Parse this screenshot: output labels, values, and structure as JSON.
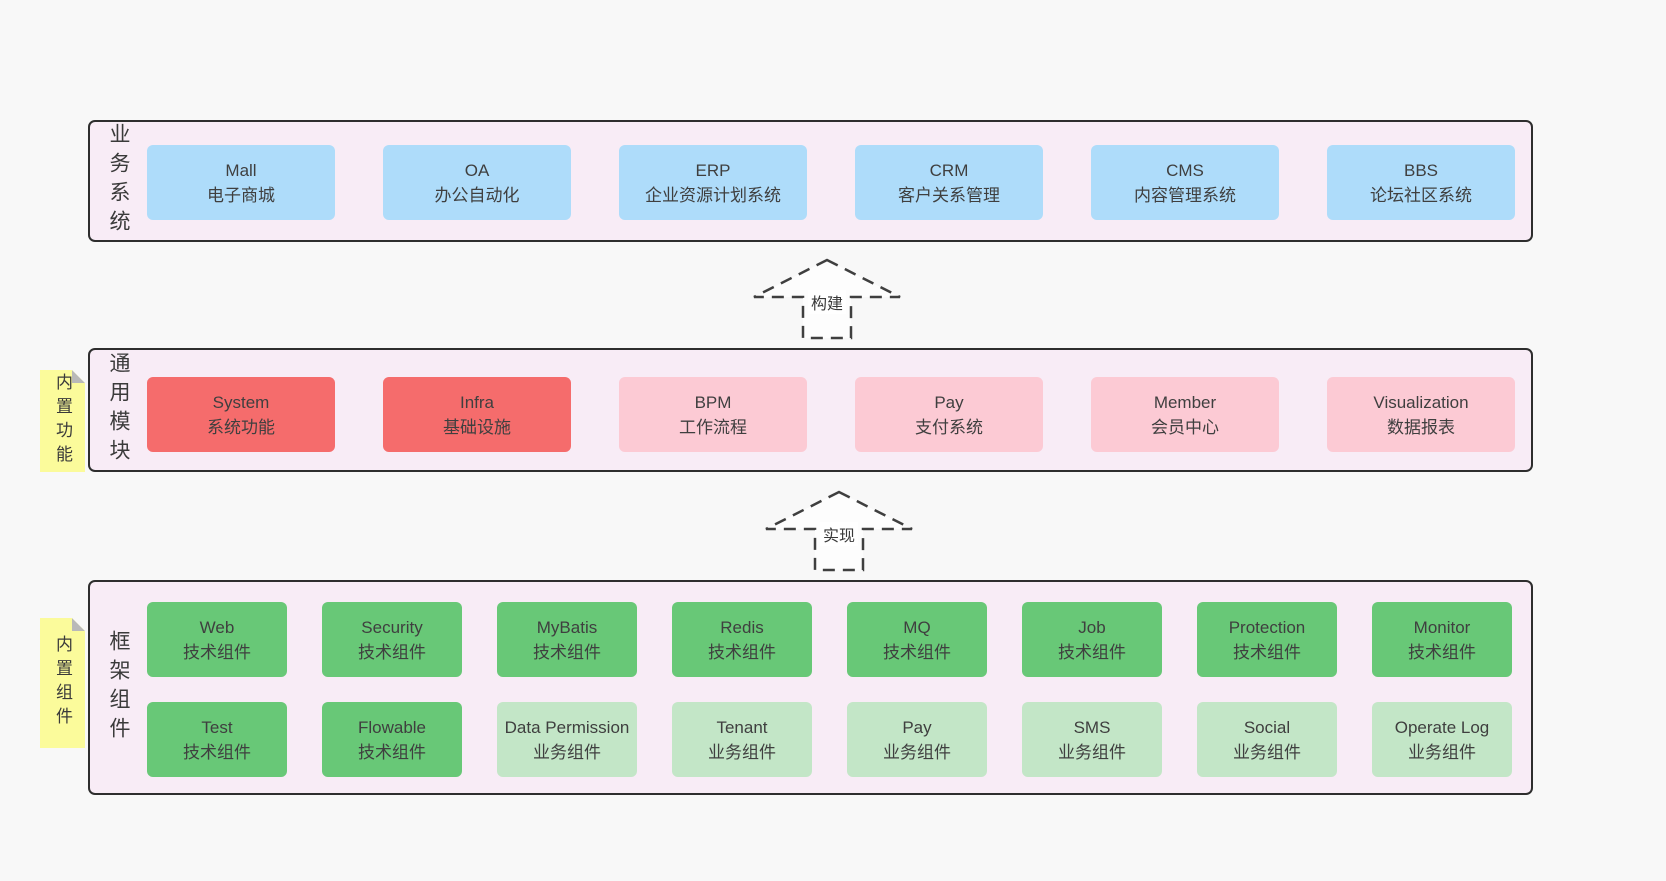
{
  "colors": {
    "page_bg": "#f8f8f8",
    "band_bg": "#f8ecf6",
    "band_border": "#2e2e2e",
    "blue_box": "#aedcfa",
    "red_box": "#f56c6c",
    "pink_box": "#fccad4",
    "green_box": "#68c877",
    "light_green_box": "#c3e6c7",
    "note_bg": "#fbfb9b",
    "note_fold": "#b9b9b9",
    "text": "#3f3f3f"
  },
  "bands": [
    {
      "label": "业务系统",
      "boxes": [
        {
          "en": "Mall",
          "zh": "电子商城"
        },
        {
          "en": "OA",
          "zh": "办公自动化"
        },
        {
          "en": "ERP",
          "zh": "企业资源计划系统"
        },
        {
          "en": "CRM",
          "zh": "客户关系管理"
        },
        {
          "en": "CMS",
          "zh": "内容管理系统"
        },
        {
          "en": "BBS",
          "zh": "论坛社区系统"
        }
      ]
    },
    {
      "label": "通用模块",
      "note": "内置功能",
      "boxes": [
        {
          "en": "System",
          "zh": "系统功能"
        },
        {
          "en": "Infra",
          "zh": "基础设施"
        },
        {
          "en": "BPM",
          "zh": "工作流程"
        },
        {
          "en": "Pay",
          "zh": "支付系统"
        },
        {
          "en": "Member",
          "zh": "会员中心"
        },
        {
          "en": "Visualization",
          "zh": "数据报表"
        }
      ]
    },
    {
      "label": "框架组件",
      "note": "内置组件",
      "rows": [
        [
          {
            "en": "Web",
            "zh": "技术组件"
          },
          {
            "en": "Security",
            "zh": "技术组件"
          },
          {
            "en": "MyBatis",
            "zh": "技术组件"
          },
          {
            "en": "Redis",
            "zh": "技术组件"
          },
          {
            "en": "MQ",
            "zh": "技术组件"
          },
          {
            "en": "Job",
            "zh": "技术组件"
          },
          {
            "en": "Protection",
            "zh": "技术组件"
          },
          {
            "en": "Monitor",
            "zh": "技术组件"
          }
        ],
        [
          {
            "en": "Test",
            "zh": "技术组件"
          },
          {
            "en": "Flowable",
            "zh": "技术组件"
          },
          {
            "en": "Data Permission",
            "zh": "业务组件"
          },
          {
            "en": "Tenant",
            "zh": "业务组件"
          },
          {
            "en": "Pay",
            "zh": "业务组件"
          },
          {
            "en": "SMS",
            "zh": "业务组件"
          },
          {
            "en": "Social",
            "zh": "业务组件"
          },
          {
            "en": "Operate Log",
            "zh": "业务组件"
          }
        ]
      ]
    }
  ],
  "arrows": [
    {
      "label": "构建"
    },
    {
      "label": "实现"
    }
  ]
}
